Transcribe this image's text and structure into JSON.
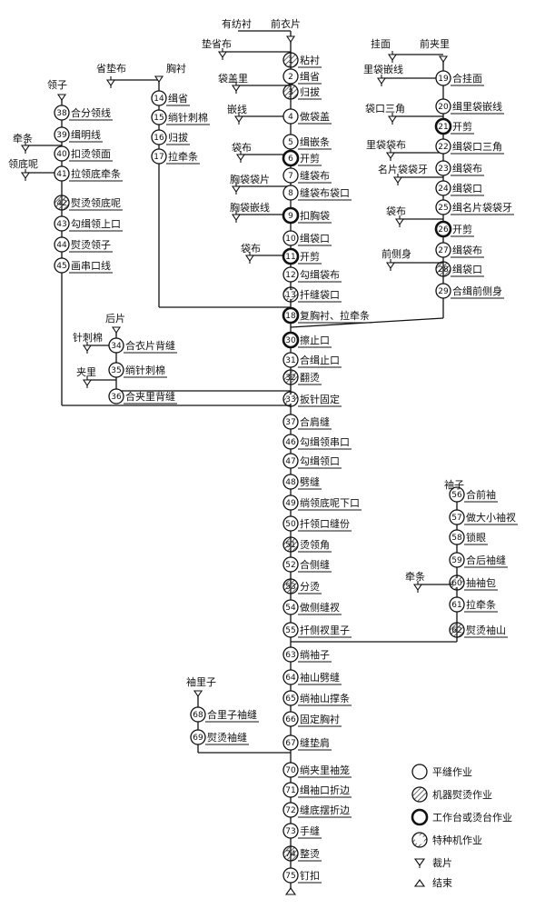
{
  "input_labels": {
    "i1": "有纺衬",
    "i2": "前衣片",
    "i3": "垫省布",
    "i4": "袋盖里",
    "i5": "嵌线",
    "i6": "袋布",
    "i7": "胸袋袋片",
    "i8": "胸袋嵌线",
    "i9": "袋布",
    "i10": "省垫布",
    "i11": "胸衬",
    "i12": "领子",
    "i13": "挂面",
    "i14": "前夹里",
    "i15": "里袋嵌线",
    "i16": "袋口三角",
    "i17": "里袋袋布",
    "i18": "名片袋袋牙",
    "i19": "袋布",
    "i20": "前侧身",
    "i21": "牵条",
    "i22": "领底呢",
    "i23": "后片",
    "i24": "针刺棉",
    "i25": "夹里",
    "i26": "袖子",
    "i27": "牵条",
    "i28": "袖里子"
  },
  "steps": [
    {
      "n": "1",
      "t": "粘衬",
      "s": "hatch"
    },
    {
      "n": "2",
      "t": "缉省",
      "s": "plain"
    },
    {
      "n": "3",
      "t": "归拔",
      "s": "hatch"
    },
    {
      "n": "4",
      "t": "做袋盖",
      "s": "plain"
    },
    {
      "n": "5",
      "t": "缉嵌条",
      "s": "plain"
    },
    {
      "n": "6",
      "t": "开剪",
      "s": "table"
    },
    {
      "n": "7",
      "t": "缝袋布",
      "s": "plain"
    },
    {
      "n": "8",
      "t": "缝袋布袋口",
      "s": "plain"
    },
    {
      "n": "9",
      "t": "扣胸袋",
      "s": "table"
    },
    {
      "n": "10",
      "t": "缉袋口",
      "s": "plain"
    },
    {
      "n": "11",
      "t": "开剪",
      "s": "table"
    },
    {
      "n": "12",
      "t": "勾缉袋布",
      "s": "plain"
    },
    {
      "n": "13",
      "t": "扦缝袋口",
      "s": "special"
    },
    {
      "n": "14",
      "t": "缉省",
      "s": "plain"
    },
    {
      "n": "15",
      "t": "绱针刺棉",
      "s": "plain"
    },
    {
      "n": "16",
      "t": "归拔",
      "s": "plain"
    },
    {
      "n": "17",
      "t": "拉牵条",
      "s": "plain"
    },
    {
      "n": "18",
      "t": "复胸衬、拉牵条",
      "s": "table"
    },
    {
      "n": "19",
      "t": "合挂面",
      "s": "plain"
    },
    {
      "n": "20",
      "t": "缉里袋嵌线",
      "s": "plain"
    },
    {
      "n": "21",
      "t": "开剪",
      "s": "table"
    },
    {
      "n": "22",
      "t": "缉袋口三角",
      "s": "plain"
    },
    {
      "n": "23",
      "t": "缉袋布",
      "s": "plain"
    },
    {
      "n": "24",
      "t": "缉袋口",
      "s": "plain"
    },
    {
      "n": "25",
      "t": "缉名片袋袋牙",
      "s": "plain"
    },
    {
      "n": "26",
      "t": "开剪",
      "s": "table"
    },
    {
      "n": "27",
      "t": "缉袋布",
      "s": "plain"
    },
    {
      "n": "28",
      "t": "缉袋口",
      "s": "hatch"
    },
    {
      "n": "29",
      "t": "合缉前侧身",
      "s": "plain"
    },
    {
      "n": "30",
      "t": "擦止口",
      "s": "table"
    },
    {
      "n": "31",
      "t": "合缉止口",
      "s": "plain"
    },
    {
      "n": "32",
      "t": "翻烫",
      "s": "hatch"
    },
    {
      "n": "33",
      "t": "扳针固定",
      "s": "special"
    },
    {
      "n": "34",
      "t": "合衣片背缝",
      "s": "plain"
    },
    {
      "n": "35",
      "t": "绱针刺棉",
      "s": "plain"
    },
    {
      "n": "36",
      "t": "合夹里背缝",
      "s": "plain"
    },
    {
      "n": "37",
      "t": "合肩缝",
      "s": "plain"
    },
    {
      "n": "38",
      "t": "合分领线",
      "s": "plain"
    },
    {
      "n": "39",
      "t": "缉明线",
      "s": "plain"
    },
    {
      "n": "40",
      "t": "扣烫领面",
      "s": "plain"
    },
    {
      "n": "41",
      "t": "拉领底牵条",
      "s": "plain"
    },
    {
      "n": "42",
      "t": "熨烫领底呢",
      "s": "hatch"
    },
    {
      "n": "43",
      "t": "勾缉领上口",
      "s": "plain"
    },
    {
      "n": "44",
      "t": "熨烫领子",
      "s": "plain"
    },
    {
      "n": "45",
      "t": "画串口线",
      "s": "plain"
    },
    {
      "n": "46",
      "t": "勾缉领串口",
      "s": "plain"
    },
    {
      "n": "47",
      "t": "勾缉领口",
      "s": "plain"
    },
    {
      "n": "48",
      "t": "劈缝",
      "s": "plain"
    },
    {
      "n": "49",
      "t": "绱领底呢下口",
      "s": "plain"
    },
    {
      "n": "50",
      "t": "扦领口缝份",
      "s": "plain"
    },
    {
      "n": "51",
      "t": "烫领角",
      "s": "hatch"
    },
    {
      "n": "52",
      "t": "合侧缝",
      "s": "plain"
    },
    {
      "n": "53",
      "t": "分烫",
      "s": "hatch"
    },
    {
      "n": "54",
      "t": "做侧缝衩",
      "s": "plain"
    },
    {
      "n": "55",
      "t": "扦侧衩里子",
      "s": "plain"
    },
    {
      "n": "56",
      "t": "合前袖",
      "s": "plain"
    },
    {
      "n": "57",
      "t": "做大小袖衩",
      "s": "plain"
    },
    {
      "n": "58",
      "t": "锁眼",
      "s": "plain"
    },
    {
      "n": "59",
      "t": "合后袖缝",
      "s": "plain"
    },
    {
      "n": "60",
      "t": "抽袖包",
      "s": "special"
    },
    {
      "n": "61",
      "t": "拉牵条",
      "s": "plain"
    },
    {
      "n": "62",
      "t": "熨烫袖山",
      "s": "hatch"
    },
    {
      "n": "63",
      "t": "绱袖子",
      "s": "plain"
    },
    {
      "n": "64",
      "t": "袖山劈缝",
      "s": "plain"
    },
    {
      "n": "65",
      "t": "绱袖山撑条",
      "s": "plain"
    },
    {
      "n": "66",
      "t": "固定胸衬",
      "s": "plain"
    },
    {
      "n": "67",
      "t": "缝垫肩",
      "s": "plain"
    },
    {
      "n": "68",
      "t": "合里子袖缝",
      "s": "plain"
    },
    {
      "n": "69",
      "t": "熨烫袖缝",
      "s": "plain"
    },
    {
      "n": "70",
      "t": "绱夹里袖笼",
      "s": "plain"
    },
    {
      "n": "71",
      "t": "缉袖口折边",
      "s": "plain"
    },
    {
      "n": "72",
      "t": "缝底摆折边",
      "s": "plain"
    },
    {
      "n": "73",
      "t": "手缝",
      "s": "plain"
    },
    {
      "n": "74",
      "t": "整烫",
      "s": "hatch"
    },
    {
      "n": "75",
      "t": "钉扣",
      "s": "plain"
    }
  ],
  "legend": [
    {
      "symbol": "plain",
      "label": "平缝作业"
    },
    {
      "symbol": "hatch",
      "label": "机器熨烫作业"
    },
    {
      "symbol": "table",
      "label": "工作台或烫台作业"
    },
    {
      "symbol": "special",
      "label": "特种机作业"
    },
    {
      "symbol": "cut",
      "label": "裁片"
    },
    {
      "symbol": "end",
      "label": "结束"
    }
  ]
}
